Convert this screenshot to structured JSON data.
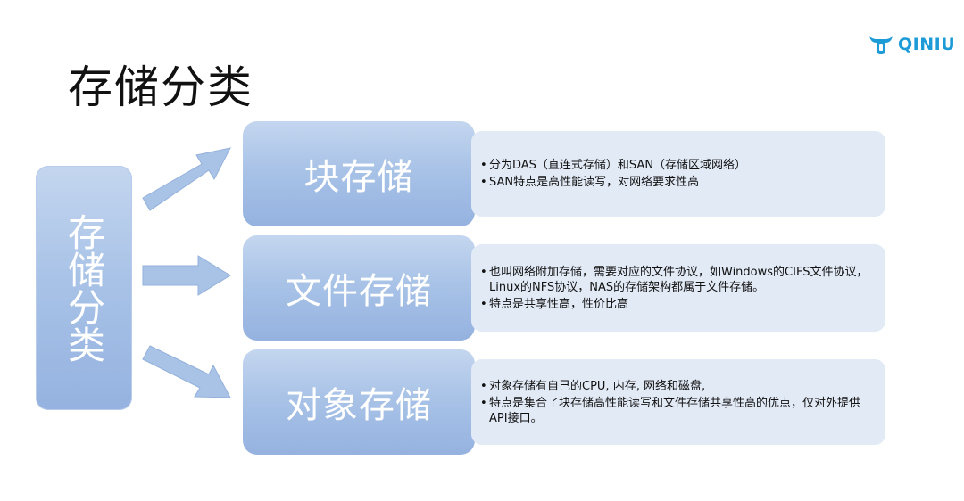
{
  "title": "存储分类",
  "logo": {
    "text": "QINIU",
    "icon": "ox-horns-icon",
    "color": "#1d9bd7"
  },
  "root": {
    "label": "存储分类"
  },
  "categories": [
    {
      "label": "块存储",
      "points": [
        "分为DAS（直连式存储）和SAN（存储区域网络）",
        "SAN特点是高性能读写，对网络要求性高"
      ]
    },
    {
      "label": "文件存储",
      "points": [
        "也叫网络附加存储，需要对应的文件协议，如Windows的CIFS文件协议，Linux的NFS协议，NAS的存储架构都属于文件存储。",
        "特点是共享性高，性价比高"
      ]
    },
    {
      "label": "对象存储",
      "points": [
        "对象存储有自己的CPU, 内存, 网络和磁盘,",
        "特点是集合了块存储高性能读写和文件存储共享性高的优点，仅对外提供API接口。"
      ]
    }
  ],
  "colors": {
    "node_top": "#c4d6ef",
    "node_bottom": "#95b2e0",
    "desc_bg": "#e2eaf6",
    "arrow": "#a9c3e7"
  }
}
